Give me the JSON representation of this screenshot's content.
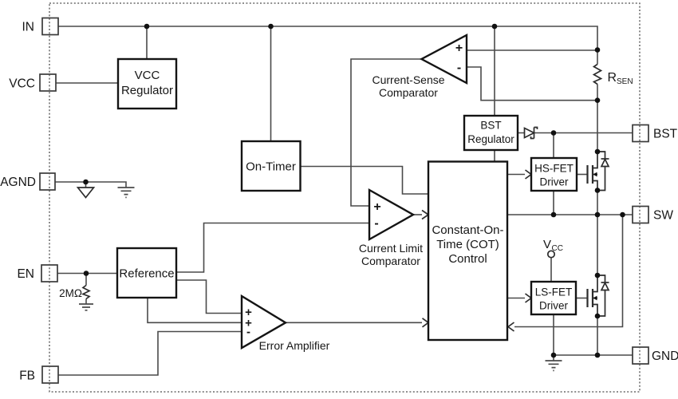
{
  "pins": {
    "in": {
      "label": "IN"
    },
    "vcc": {
      "label": "VCC"
    },
    "agnd": {
      "label": "AGND"
    },
    "en": {
      "label": "EN"
    },
    "fb": {
      "label": "FB"
    },
    "bst": {
      "label": "BST"
    },
    "sw": {
      "label": "SW"
    },
    "gnd": {
      "label": "GND"
    }
  },
  "blocks": {
    "vcc_regulator": {
      "line1": "VCC",
      "line2": "Regulator"
    },
    "on_timer": {
      "label": "On-Timer"
    },
    "reference": {
      "label": "Reference"
    },
    "bst_regulator": {
      "line1": "BST",
      "line2": "Regulator"
    },
    "cot_control": {
      "line1": "Constant-On-",
      "line2": "Time (COT)",
      "line3": "Control"
    },
    "hs_fet_driver": {
      "line1": "HS-FET",
      "line2": "Driver"
    },
    "ls_fet_driver": {
      "line1": "LS-FET",
      "line2": "Driver"
    }
  },
  "amplifiers": {
    "current_sense_comparator": {
      "name_line1": "Current-Sense",
      "name_line2": "Comparator",
      "plus": "+",
      "minus": "-"
    },
    "current_limit_comparator": {
      "name_line1": "Current Limit",
      "name_line2": "Comparator",
      "plus": "+",
      "minus": "-"
    },
    "error_amplifier": {
      "name": "Error Amplifier",
      "plus1": "+",
      "plus2": "+",
      "minus": "-"
    }
  },
  "components": {
    "r_sen": {
      "ref": "R",
      "sub": "SEN"
    },
    "en_pulldown_resistor": {
      "value": "2MΩ"
    },
    "vcc_supply_node": {
      "ref": "V",
      "sub": "CC"
    }
  },
  "colors": {
    "wire": "#4a4a4a",
    "outline": "#141414",
    "background": "#ffffff"
  }
}
